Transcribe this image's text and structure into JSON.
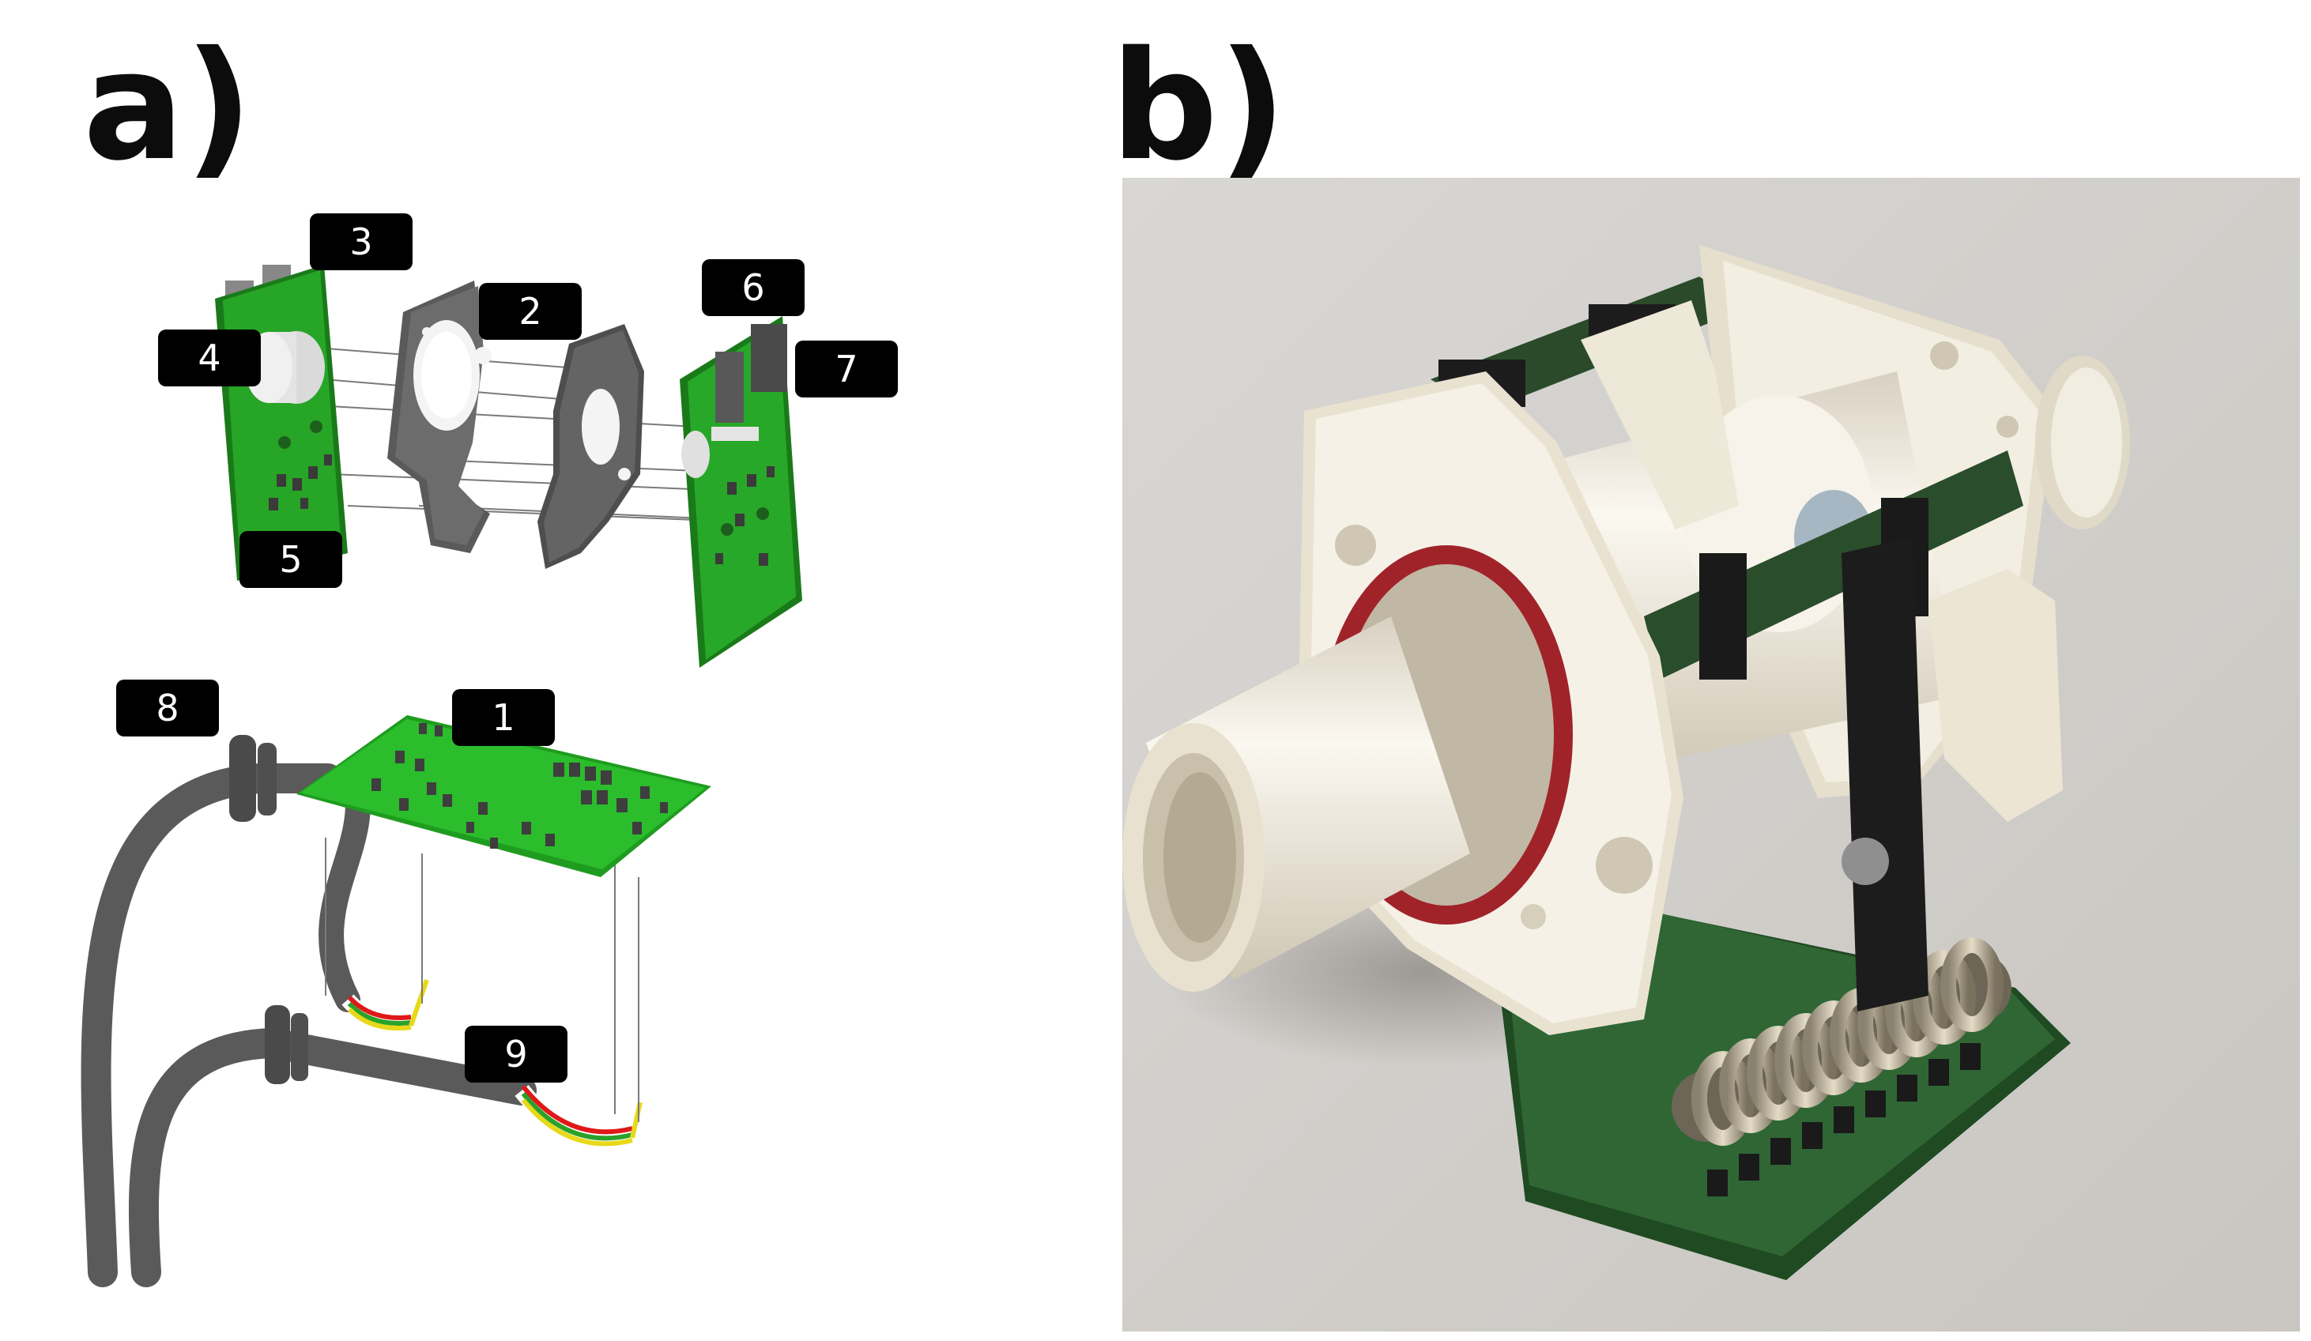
{
  "panels": [
    {
      "id": "a",
      "label": "a)"
    },
    {
      "id": "b",
      "label": "b)"
    }
  ],
  "callouts": [
    "1",
    "2",
    "3",
    "4",
    "5",
    "6",
    "7",
    "8",
    "9"
  ],
  "colors": {
    "pcb_green": "#22b522",
    "pcb_dark": "#1a6e1a",
    "cable_gray": "#5c5c5c",
    "callout_bg": "#000000",
    "housing_white": "#f1ebdd",
    "o_ring": "#a1232a"
  }
}
